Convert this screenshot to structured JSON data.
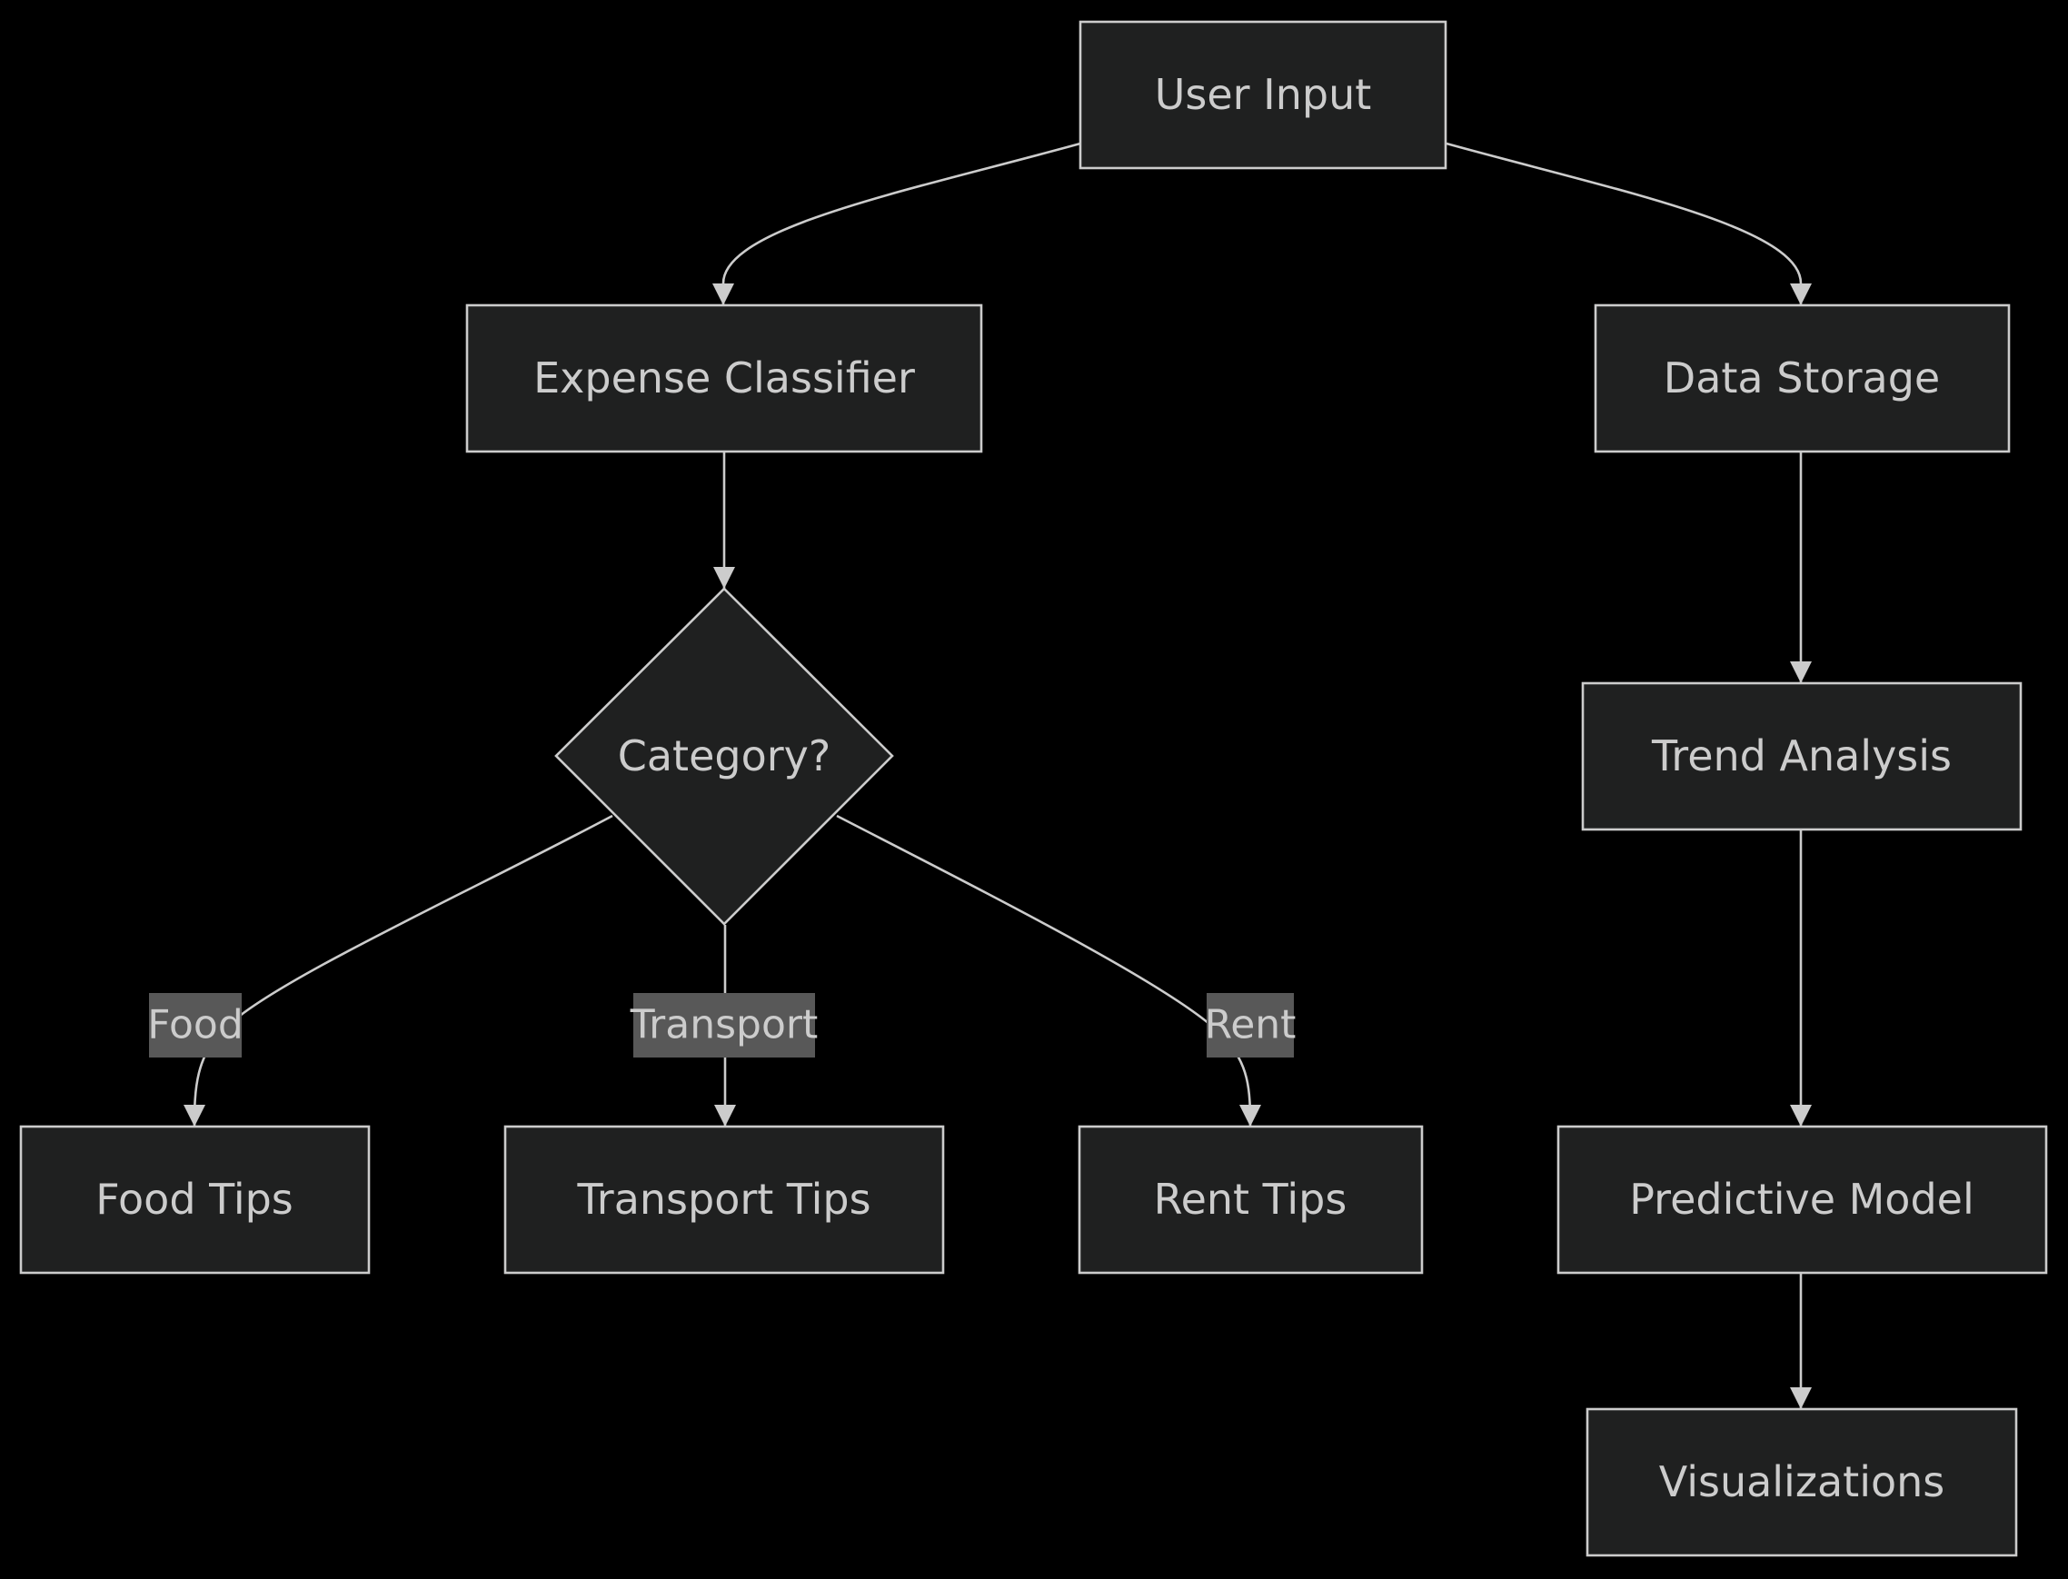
{
  "nodes": {
    "user_input": "User Input",
    "expense_classifier": "Expense Classifier",
    "data_storage": "Data Storage",
    "category": "Category?",
    "trend_analysis": "Trend Analysis",
    "food_tips": "Food Tips",
    "transport_tips": "Transport Tips",
    "rent_tips": "Rent Tips",
    "predictive_model": "Predictive Model",
    "visualizations": "Visualizations"
  },
  "edge_labels": {
    "food": "Food",
    "transport": "Transport",
    "rent": "Rent"
  },
  "colors": {
    "background": "#000000",
    "node_fill": "#1f2020",
    "stroke": "#cccccc",
    "label_bg": "#585858"
  }
}
